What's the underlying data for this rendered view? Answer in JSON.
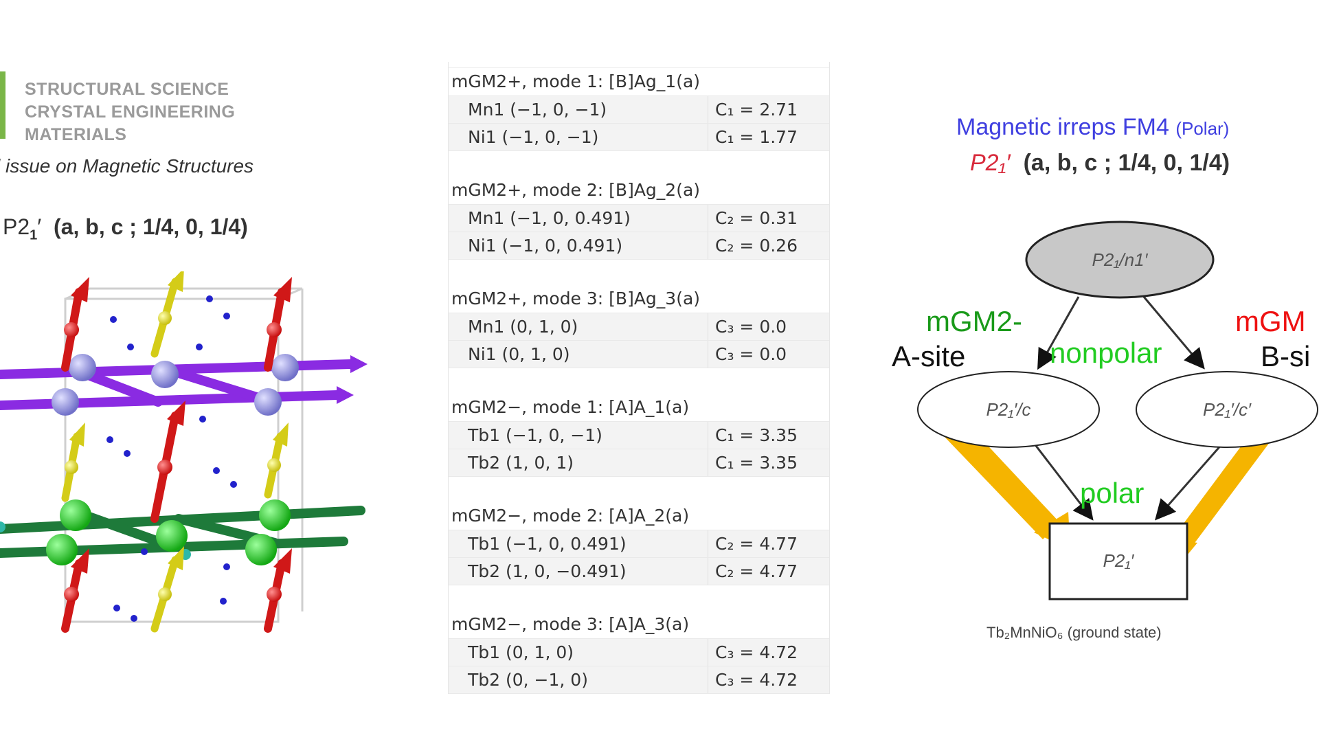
{
  "journal": {
    "lines": [
      "STRUCTURAL SCIENCE",
      "CRYSTAL ENGINEERING",
      "MATERIALS"
    ],
    "issue_text": "l issue on Magnetic Structures",
    "accent_color": "#7ab648"
  },
  "left_formula": {
    "symbol": "P2",
    "sub": "1",
    "prime": "′",
    "params": "(a, b, c ; 1/4, 0, 1/4)"
  },
  "crystal": {
    "icon": "magnetic-crystal-structure",
    "colors": {
      "mn_moment": "#e02020",
      "tb_moment": "#e8e020",
      "ni_layer": "#8a2be2",
      "ni_atom": "#9a9ae0",
      "o_layer": "#1e7a3a",
      "o_atom": "#22cc22",
      "oxygen_dot": "#2222cc"
    }
  },
  "modes": [
    {
      "header": "mGM2+, mode 1: [B]Ag_1(a)",
      "rows": [
        {
          "atom": "Mn1 (−1, 0, −1)",
          "coef": "C₁ = 2.71"
        },
        {
          "atom": "Ni1 (−1, 0, −1)",
          "coef": "C₁ = 1.77"
        }
      ]
    },
    {
      "header": "mGM2+, mode 2: [B]Ag_2(a)",
      "rows": [
        {
          "atom": "Mn1 (−1, 0, 0.491)",
          "coef": "C₂ = 0.31"
        },
        {
          "atom": "Ni1 (−1, 0, 0.491)",
          "coef": "C₂ = 0.26"
        }
      ]
    },
    {
      "header": "mGM2+, mode 3: [B]Ag_3(a)",
      "rows": [
        {
          "atom": "Mn1 (0, 1, 0)",
          "coef": "C₃ = 0.0"
        },
        {
          "atom": "Ni1 (0, 1, 0)",
          "coef": "C₃ = 0.0"
        }
      ]
    },
    {
      "header": "mGM2−, mode 1: [A]A_1(a)",
      "rows": [
        {
          "atom": "Tb1 (−1, 0, −1)",
          "coef": "C₁ = 3.35"
        },
        {
          "atom": "Tb2 (1, 0, 1)",
          "coef": "C₁ = 3.35"
        }
      ]
    },
    {
      "header": "mGM2−, mode 2: [A]A_2(a)",
      "rows": [
        {
          "atom": "Tb1 (−1, 0, 0.491)",
          "coef": "C₂ = 4.77"
        },
        {
          "atom": "Tb2 (1, 0, −0.491)",
          "coef": "C₂ = 4.77"
        }
      ]
    },
    {
      "header": "mGM2−, mode 3: [A]A_3(a)",
      "rows": [
        {
          "atom": "Tb1 (0, 1, 0)",
          "coef": "C₃ = 4.72"
        },
        {
          "atom": "Tb2 (0, −1, 0)",
          "coef": "C₃ = 4.72"
        }
      ]
    }
  ],
  "right": {
    "irreps_title": "Magnetic irreps FM4",
    "irreps_note": "(Polar)",
    "formula_symbol": "P2₁′",
    "formula_params": "(a, b, c ; 1/4, 0, 1/4)",
    "nodes": {
      "top": "P2₁/n1′",
      "left": "P2₁′/c",
      "right": "P2₁′/c′",
      "bottom": "P2₁′"
    },
    "labels": {
      "left_irrep": "mGM2-",
      "left_site": "A-site",
      "right_irrep": "mGM",
      "right_site": "B-si",
      "nonpolar": "nonpolar",
      "polar": "polar"
    },
    "caption": "Tb₂MnNiO₆ (ground state)",
    "colors": {
      "title_blue": "#3f3fe0",
      "symbol_red": "#d8283a",
      "green_label": "#1a9a1a",
      "bright_green": "#22cc22",
      "red_label": "#ee1111",
      "orange_arrow": "#f5b400",
      "top_node_fill": "#c8c8c8"
    }
  }
}
